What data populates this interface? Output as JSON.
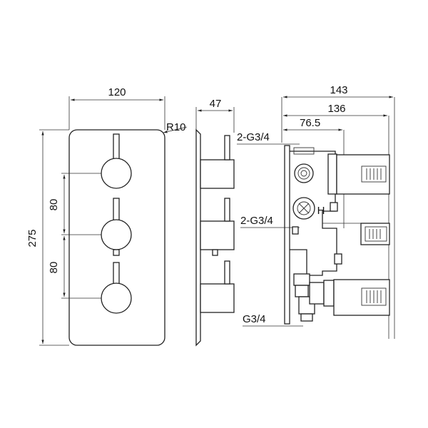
{
  "front_view": {
    "width_label": "120",
    "radius_label": "R10",
    "height_label": "275",
    "spacing_upper_label": "80",
    "spacing_lower_label": "80"
  },
  "side_view": {
    "depth_label": "47"
  },
  "rear_view": {
    "overall_depth_label": "143",
    "body_depth_label": "136",
    "outlet_offset_label": "76.5",
    "upper_outlet_label": "2-G3/4",
    "middle_outlet_label": "2-G3/4",
    "inlet_label": "G3/4",
    "hot_marker": "H"
  }
}
